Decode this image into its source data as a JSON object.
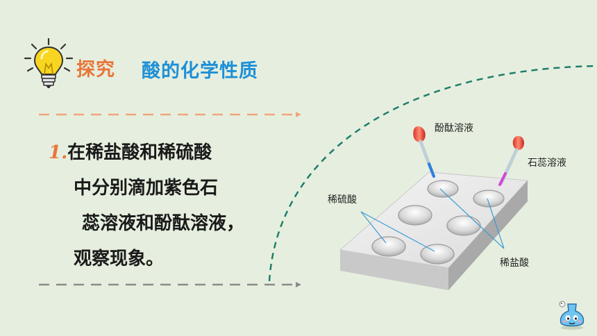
{
  "header": {
    "tag": "探究",
    "title": "酸的化学性质"
  },
  "task": {
    "number": "1.",
    "lines": [
      "在稀盐酸和稀硫酸",
      "中分别滴加紫色石",
      "蕊溶液和酚酞溶液，",
      "观察现象。"
    ]
  },
  "diagram": {
    "labels": {
      "phenolphthalein": "酚酞溶液",
      "litmus": "石蕊溶液",
      "sulfuric_acid": "稀硫酸",
      "hydrochloric_acid": "稀盐酸"
    }
  },
  "colors": {
    "orange": "#e8763a",
    "blue": "#1e8fd6",
    "teal_dash": "#1f7d6c",
    "background": "#e6efdf"
  }
}
